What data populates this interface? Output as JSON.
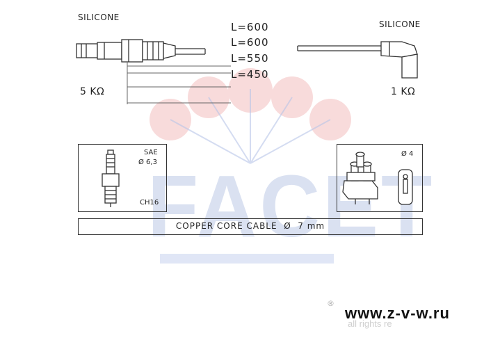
{
  "wire_left": {
    "material": "SILICONE",
    "resistance": "5 KΩ"
  },
  "wire_right": {
    "material": "SILICONE",
    "resistance": "1 KΩ"
  },
  "lengths": [
    "L=600",
    "L=600",
    "L=550",
    "L=450"
  ],
  "spark_plug": {
    "standard": "SAE",
    "diameter": "Ø 6,3",
    "code": "CH16"
  },
  "coil": {
    "diameter": "Ø 4"
  },
  "cable": {
    "description": "COPPER CORE CABLE  Ø  7 mm"
  },
  "watermark": {
    "brand": "FACET",
    "url": "www.z-v-w.ru",
    "rights": "all rights re",
    "registered": "®"
  },
  "colors": {
    "logo_red": "#f3c4c4",
    "logo_blue": "#a9b9e3",
    "line": "#333333"
  }
}
